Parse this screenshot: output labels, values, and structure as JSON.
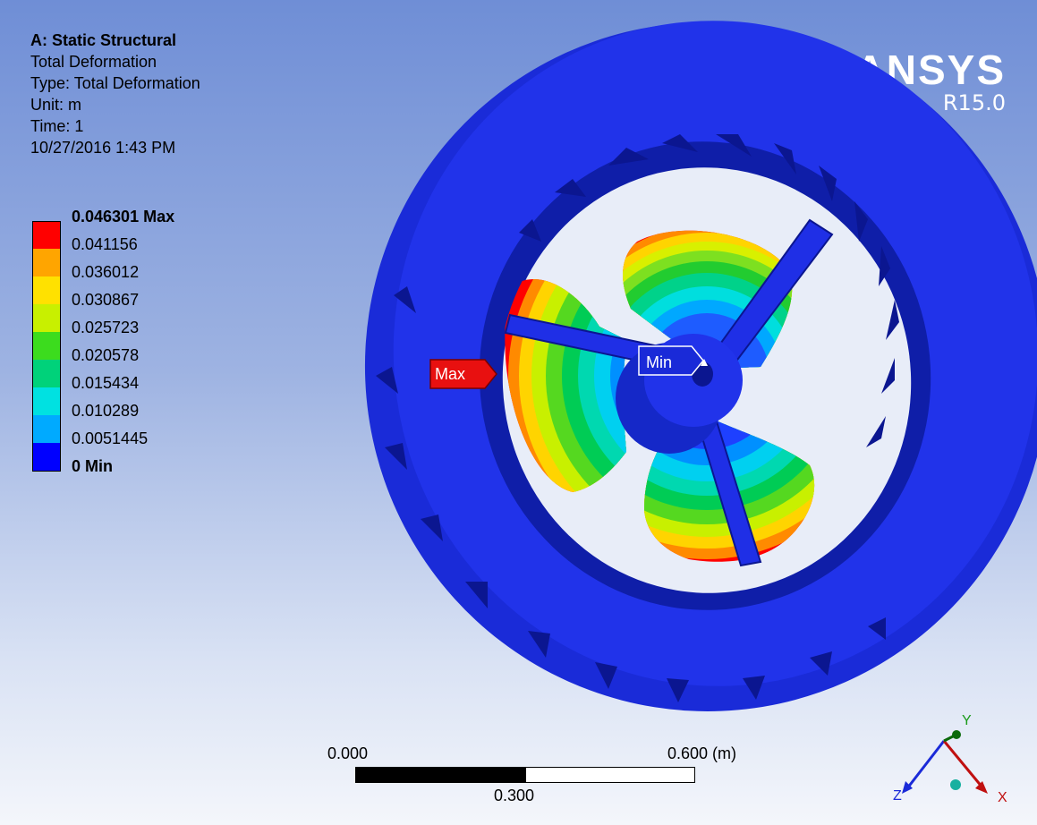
{
  "info": {
    "title": "A: Static Structural",
    "result": "Total Deformation",
    "type": "Type: Total Deformation",
    "unit": "Unit: m",
    "time": "Time: 1",
    "date": "10/27/2016 1:43 PM"
  },
  "legend": {
    "labels": [
      "0.046301 Max",
      "0.041156",
      "0.036012",
      "0.030867",
      "0.025723",
      "0.020578",
      "0.015434",
      "0.010289",
      "0.0051445",
      "0 Min"
    ],
    "colors": [
      "#ff0000",
      "#ffa500",
      "#ffe100",
      "#c8f000",
      "#3cdc1e",
      "#00d27a",
      "#00e1e1",
      "#00aaff",
      "#0000ff"
    ]
  },
  "logo": {
    "name": "ANSYS",
    "version": "R15.0"
  },
  "probes": {
    "max": "Max",
    "min": "Min"
  },
  "scalebar": {
    "left": "0.000",
    "mid": "0.300",
    "right": "0.600 (m)"
  },
  "triad": {
    "x": "X",
    "y": "Y",
    "z": "Z"
  },
  "colors": {
    "model_blue": "#1f2fe6",
    "model_dark": "#0a1478",
    "background_top": "#6f8ed6",
    "background_bottom": "#f4f6fb"
  }
}
